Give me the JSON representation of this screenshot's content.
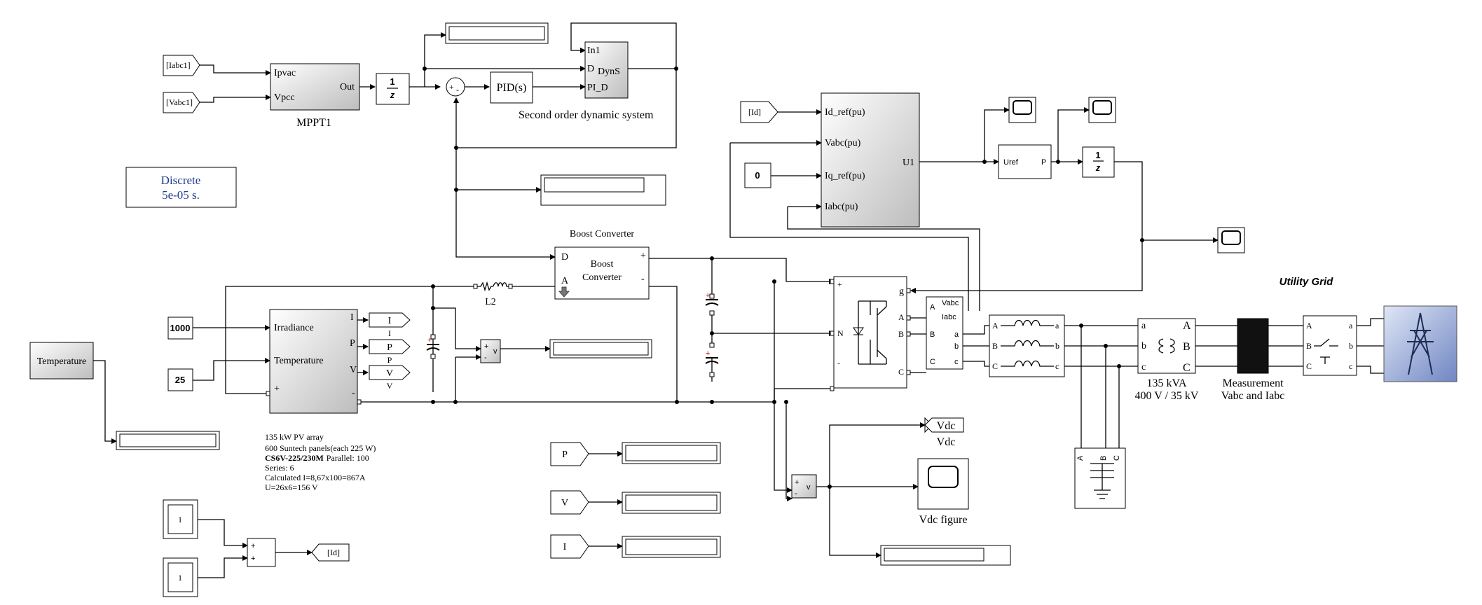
{
  "solver": {
    "line1": "Discrete",
    "line2": "5e-05 s."
  },
  "mppt": {
    "in1": "Ipvac",
    "in2": "Vpcc",
    "out": "Out",
    "name": "MPPT1",
    "goto1": "[Iabc1]",
    "goto2": "[Vabc1]"
  },
  "unit_delay": {
    "num": "1",
    "den": "z"
  },
  "pid": {
    "label": "PID(s)"
  },
  "sum_signs": {
    "a": "+",
    "b": "-"
  },
  "dyn": {
    "p1": "In1",
    "p2": "D",
    "p3": "PI_D",
    "out": "DynS",
    "name": "Second order dynamic system"
  },
  "pv": {
    "p1": "Irradiance",
    "p2": "Temperature",
    "p3": "+",
    "o1": "I",
    "o2": "P",
    "o3": "V",
    "o4": "-",
    "irr_const": "1000",
    "temp_const": "25",
    "temperature_block": "Temperature",
    "tag_I": "I",
    "tag_P": "P",
    "tag_V": "V",
    "desc": [
      "135 kW PV array",
      "600 Suntech panels(each 225 W)",
      "Parallel: 100",
      "Series: 6",
      "Calculated I=8,67x100=867A",
      "U=26x6=156 V"
    ],
    "desc_bold": "CS6V-225/230M"
  },
  "inductor": {
    "label": "L2"
  },
  "boost": {
    "title": "Boost Converter",
    "l1": "Boost",
    "l2": "Converter",
    "pD": "D",
    "pA": "A",
    "pplus": "+",
    "pminus": "-"
  },
  "vmeas": {
    "plus": "+",
    "minus": "-",
    "v": "v"
  },
  "ctrl": {
    "in1": "Id_ref(pu)",
    "in2": "Vabc(pu)",
    "in3": "Iq_ref(pu)",
    "in4": "Iabc(pu)",
    "out": "U1",
    "from_id": "[Id]",
    "const0": "0"
  },
  "uref": {
    "in": "Uref",
    "out": "P"
  },
  "inverter": {
    "g": "g",
    "A": "A",
    "N": "N",
    "B": "B",
    "C": "C",
    "plus": "+",
    "minus": "-"
  },
  "vimeas": {
    "Vabc": "Vabc",
    "Iabc": "Iabc",
    "A": "A",
    "B": "B",
    "C": "C",
    "a": "a",
    "b": "b",
    "c": "c"
  },
  "filter": {
    "A": "A",
    "B": "B",
    "C": "C",
    "a": "a",
    "b": "b",
    "c": "c"
  },
  "transformer": {
    "A": "A",
    "B": "B",
    "C": "C",
    "a": "a",
    "b": "b",
    "c": "c",
    "l1": "135 kVA",
    "l2": "400 V / 35 kV"
  },
  "measurement": {
    "l1": "Measurement",
    "l2": "Vabc and Iabc"
  },
  "breaker": {
    "A": "A",
    "B": "B",
    "C": "C",
    "a": "a",
    "b": "b",
    "c": "c"
  },
  "grid": {
    "title": "Utility Grid"
  },
  "load": {
    "A": "A",
    "B": "B",
    "C": "C"
  },
  "vdc": {
    "tag": "Vdc",
    "label": "Vdc",
    "scope": "Vdc figure"
  },
  "froms": {
    "P": "P",
    "V": "V",
    "I": "I"
  },
  "sum2": {
    "c1": "1",
    "c2": "1",
    "plus1": "+",
    "plus2": "+",
    "goto": "[Id]"
  }
}
